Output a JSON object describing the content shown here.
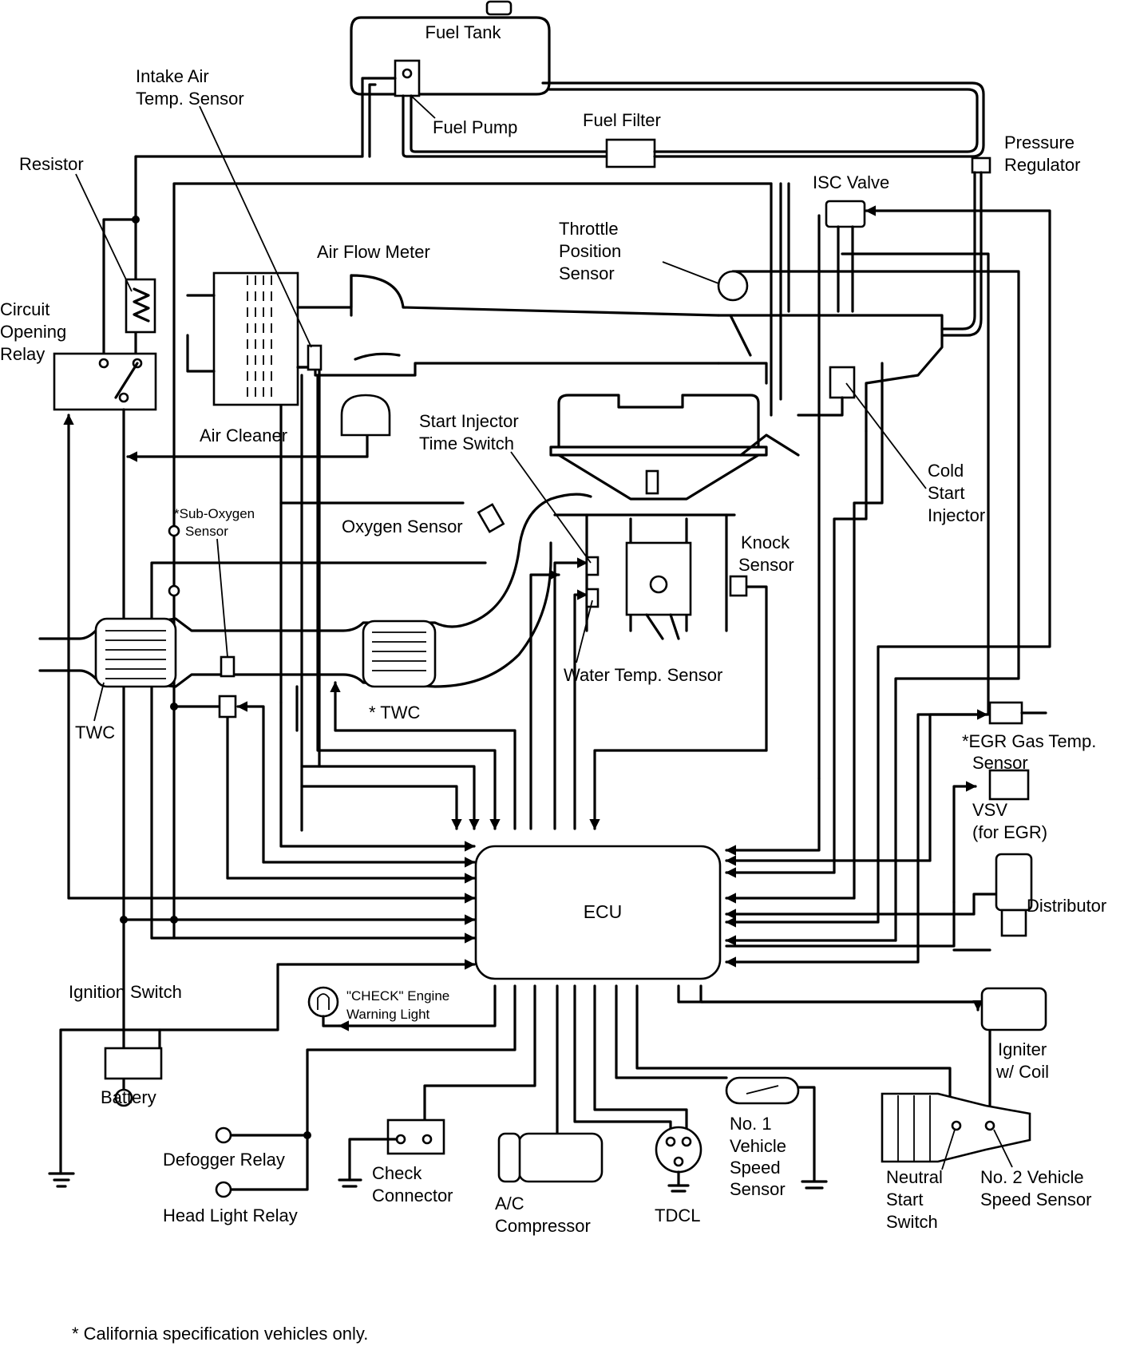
{
  "labels": {
    "fuel_tank": "Fuel Tank",
    "intake_air_temp_1": "Intake Air",
    "intake_air_temp_2": "Temp. Sensor",
    "fuel_pump": "Fuel Pump",
    "fuel_filter": "Fuel Filter",
    "pressure_regulator_1": "Pressure",
    "pressure_regulator_2": "Regulator",
    "resistor": "Resistor",
    "isc_valve": "ISC Valve",
    "throttle_position_1": "Throttle",
    "throttle_position_2": "Position",
    "throttle_position_3": "Sensor",
    "air_flow_meter": "Air Flow Meter",
    "circuit_opening_relay_1": "Circuit",
    "circuit_opening_relay_2": "Opening",
    "circuit_opening_relay_3": "Relay",
    "air_cleaner": "Air Cleaner",
    "start_injector_time_switch_1": "Start Injector",
    "start_injector_time_switch_2": "Time Switch",
    "cold_start_injector_1": "Cold",
    "cold_start_injector_2": "Start",
    "cold_start_injector_3": "Injector",
    "sub_oxygen_sensor_1": "*Sub-Oxygen",
    "sub_oxygen_sensor_2": "Sensor",
    "oxygen_sensor": "Oxygen Sensor",
    "knock_sensor_1": "Knock",
    "knock_sensor_2": "Sensor",
    "water_temp_sensor": "Water Temp. Sensor",
    "twc_rear": "* TWC",
    "twc_front": "TWC",
    "egr_gas_temp_sensor_1": "*EGR Gas Temp.",
    "egr_gas_temp_sensor_2": "Sensor",
    "vsv_1": "VSV",
    "vsv_2": "(for EGR)",
    "distributor": "Distributor",
    "ecu": "ECU",
    "ignition_switch": "Ignition Switch",
    "check_engine_light_1": "\"CHECK\" Engine",
    "check_engine_light_2": "Warning Light",
    "igniter_1": "Igniter",
    "igniter_2": "w/ Coil",
    "battery": "Battery",
    "defogger_relay": "Defogger Relay",
    "head_light_relay": "Head Light Relay",
    "check_connector_1": "Check",
    "check_connector_2": "Connector",
    "ac_compressor_1": "A/C",
    "ac_compressor_2": "Compressor",
    "tdcl": "TDCL",
    "no1_vss_1": "No. 1",
    "no1_vss_2": "Vehicle",
    "no1_vss_3": "Speed",
    "no1_vss_4": "Sensor",
    "neutral_start_switch_1": "Neutral",
    "neutral_start_switch_2": "Start",
    "neutral_start_switch_3": "Switch",
    "no2_vss_1": "No. 2 Vehicle",
    "no2_vss_2": "Speed Sensor"
  },
  "footnote": "* California specification vehicles only."
}
